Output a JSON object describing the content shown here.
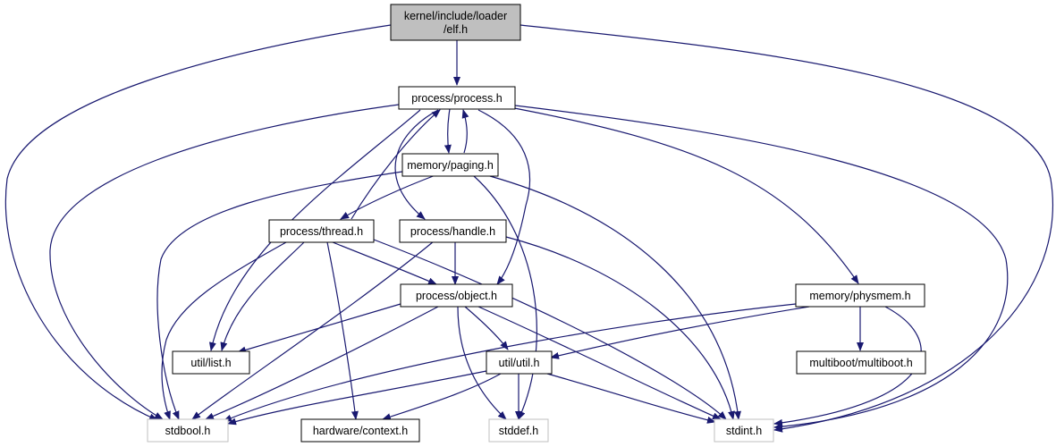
{
  "colors": {
    "edge": "#191970",
    "root_fill": "#bfbfbf",
    "node_fill": "#ffffff",
    "node_border": "#000000",
    "external_border": "#bfbfbf"
  },
  "nodes": {
    "root": {
      "lines": [
        "kernel/include/loader",
        "/elf.h"
      ],
      "kind": "root"
    },
    "process": {
      "lines": [
        "process/process.h"
      ],
      "kind": "normal"
    },
    "paging": {
      "lines": [
        "memory/paging.h"
      ],
      "kind": "normal"
    },
    "thread": {
      "lines": [
        "process/thread.h"
      ],
      "kind": "normal"
    },
    "handle": {
      "lines": [
        "process/handle.h"
      ],
      "kind": "normal"
    },
    "physmem": {
      "lines": [
        "memory/physmem.h"
      ],
      "kind": "normal"
    },
    "object": {
      "lines": [
        "process/object.h"
      ],
      "kind": "normal"
    },
    "list": {
      "lines": [
        "util/list.h"
      ],
      "kind": "normal"
    },
    "util": {
      "lines": [
        "util/util.h"
      ],
      "kind": "normal"
    },
    "multiboot": {
      "lines": [
        "multiboot/multiboot.h"
      ],
      "kind": "normal"
    },
    "stdbool": {
      "lines": [
        "stdbool.h"
      ],
      "kind": "external"
    },
    "context": {
      "lines": [
        "hardware/context.h"
      ],
      "kind": "normal"
    },
    "stddef": {
      "lines": [
        "stddef.h"
      ],
      "kind": "external"
    },
    "stdint": {
      "lines": [
        "stdint.h"
      ],
      "kind": "external"
    }
  }
}
